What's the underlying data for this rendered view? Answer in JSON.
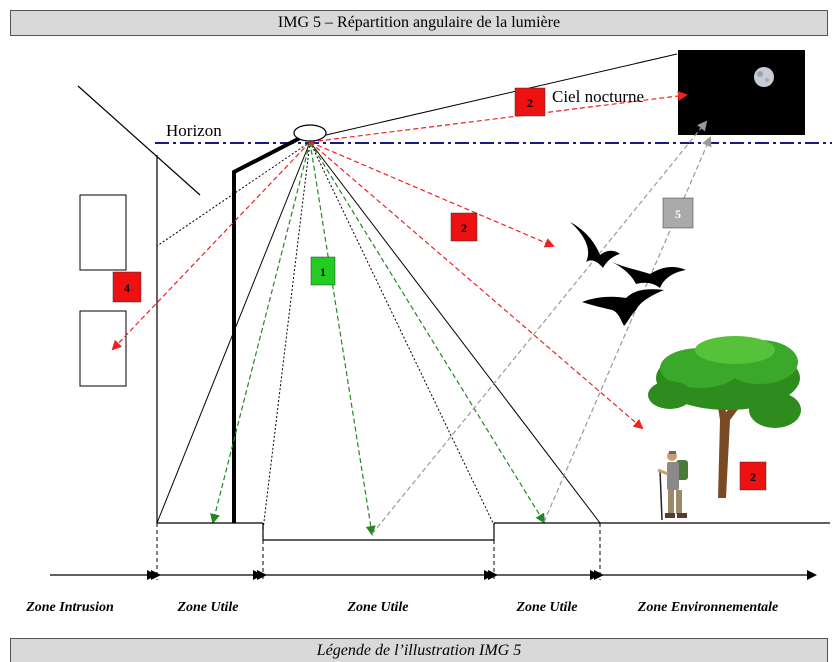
{
  "title": "IMG 5  – Répartition angulaire de la lumière",
  "caption": "Légende de l’illustration IMG 5",
  "labels": {
    "horizon": "Horizon",
    "sky": "Ciel nocturne"
  },
  "badges": [
    {
      "text": "1",
      "color": "#22cc22"
    },
    {
      "text": "2",
      "color": "#ee1111"
    },
    {
      "text": "2",
      "color": "#ee1111"
    },
    {
      "text": "4",
      "color": "#ee1111"
    },
    {
      "text": "5",
      "color": "#aaaaaa"
    },
    {
      "text": "2",
      "color": "#ee1111"
    }
  ],
  "zones": [
    "Zone Intrusion",
    "Zone Utile",
    "Zone Utile",
    "Zone Utile",
    "Zone Environnementale"
  ],
  "colors": {
    "horizon_line": "#1a1a80",
    "green_arrows": "#228822",
    "red_arrows": "#ee2222",
    "gray_arrows": "#999999",
    "title_bar": "#d9d9d9"
  }
}
